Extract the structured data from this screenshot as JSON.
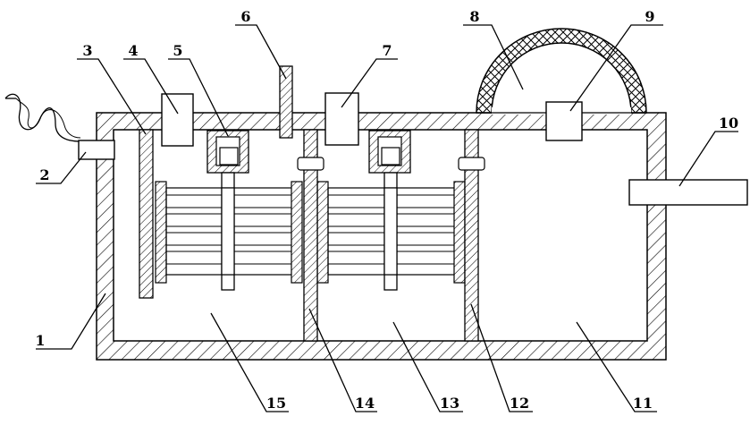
{
  "diagram": {
    "labels": [
      {
        "id": "1",
        "text": "1"
      },
      {
        "id": "2",
        "text": "2"
      },
      {
        "id": "3",
        "text": "3"
      },
      {
        "id": "4",
        "text": "4"
      },
      {
        "id": "5",
        "text": "5"
      },
      {
        "id": "6",
        "text": "6"
      },
      {
        "id": "7",
        "text": "7"
      },
      {
        "id": "8",
        "text": "8"
      },
      {
        "id": "9",
        "text": "9"
      },
      {
        "id": "10",
        "text": "10"
      },
      {
        "id": "11",
        "text": "11"
      },
      {
        "id": "12",
        "text": "12"
      },
      {
        "id": "13",
        "text": "13"
      },
      {
        "id": "14",
        "text": "14"
      },
      {
        "id": "15",
        "text": "15"
      }
    ]
  }
}
